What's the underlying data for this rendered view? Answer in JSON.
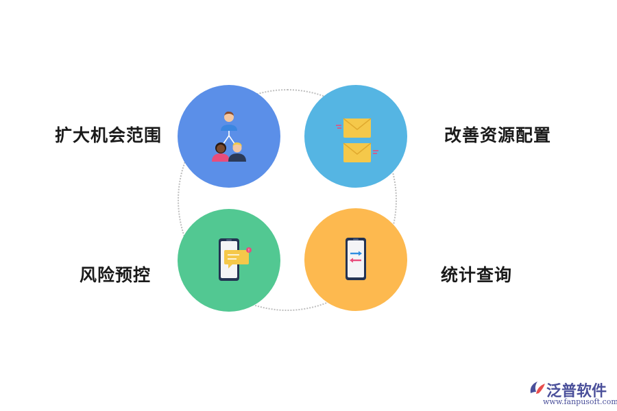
{
  "items": [
    {
      "label": "扩大机会范围",
      "icon": "people-network-icon",
      "color": "#5b8fe8"
    },
    {
      "label": "改善资源配置",
      "icon": "envelopes-icon",
      "color": "#55b5e3"
    },
    {
      "label": "风险预控",
      "icon": "phone-message-icon",
      "color": "#52c892"
    },
    {
      "label": "统计查询",
      "icon": "phone-transfer-icon",
      "color": "#fdb94f"
    }
  ],
  "brand": {
    "name": "泛普软件",
    "url": "www.fanpusoft.com",
    "color": "#4a4f9a"
  }
}
